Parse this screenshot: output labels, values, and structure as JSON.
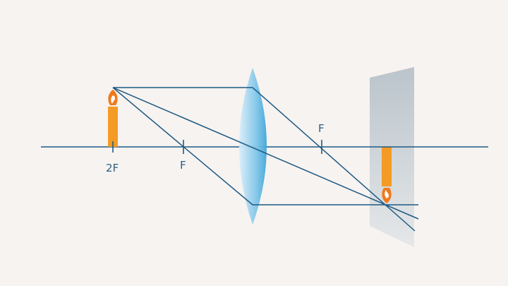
{
  "diagram": {
    "labels": {
      "two_f_left": "2F",
      "f_left": "F",
      "f_right": "F"
    },
    "colors": {
      "background": "#f7f3f0",
      "axis": "#1d5a84",
      "ray": "#1d5a84",
      "lens_light": "#d9eef9",
      "lens_dark": "#3fa6d9",
      "screen_top": "#b4bfc7",
      "screen_bottom": "#e3e6e8",
      "candle": "#f39b25",
      "flame_outer": "#f07a1a",
      "flame_inner": "#ffffff"
    },
    "icons": {
      "object": "candle-icon",
      "image": "inverted-candle-icon",
      "lens": "convex-lens",
      "screen": "projection-screen"
    }
  }
}
